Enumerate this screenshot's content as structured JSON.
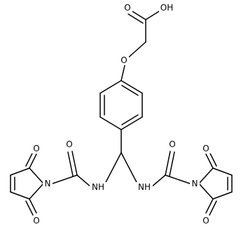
{
  "structure": {
    "atoms": [
      {
        "id": "O_carbonyl_acid",
        "label": "O"
      },
      {
        "id": "OH_acid",
        "label": "OH"
      },
      {
        "id": "O_ether",
        "label": "O"
      },
      {
        "id": "O_left_carbamoyl",
        "label": "O"
      },
      {
        "id": "O_right_carbamoyl",
        "label": "O"
      },
      {
        "id": "O_left_imide_top",
        "label": "O"
      },
      {
        "id": "O_left_imide_bottom",
        "label": "O"
      },
      {
        "id": "O_right_imide_top",
        "label": "O"
      },
      {
        "id": "O_right_imide_bottom",
        "label": "O"
      },
      {
        "id": "N_left_imide",
        "label": "N"
      },
      {
        "id": "N_right_imide",
        "label": "N"
      },
      {
        "id": "NH_left",
        "label": "NH"
      },
      {
        "id": "NH_right",
        "label": "NH"
      }
    ]
  }
}
